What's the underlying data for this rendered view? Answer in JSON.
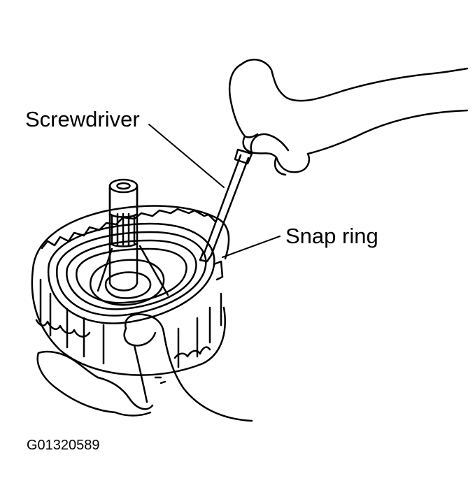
{
  "labels": {
    "screwdriver": "Screwdriver",
    "snap_ring": "Snap ring"
  },
  "figure_id": "G01320589",
  "colors": {
    "ink": "#000000",
    "paper": "#ffffff"
  }
}
